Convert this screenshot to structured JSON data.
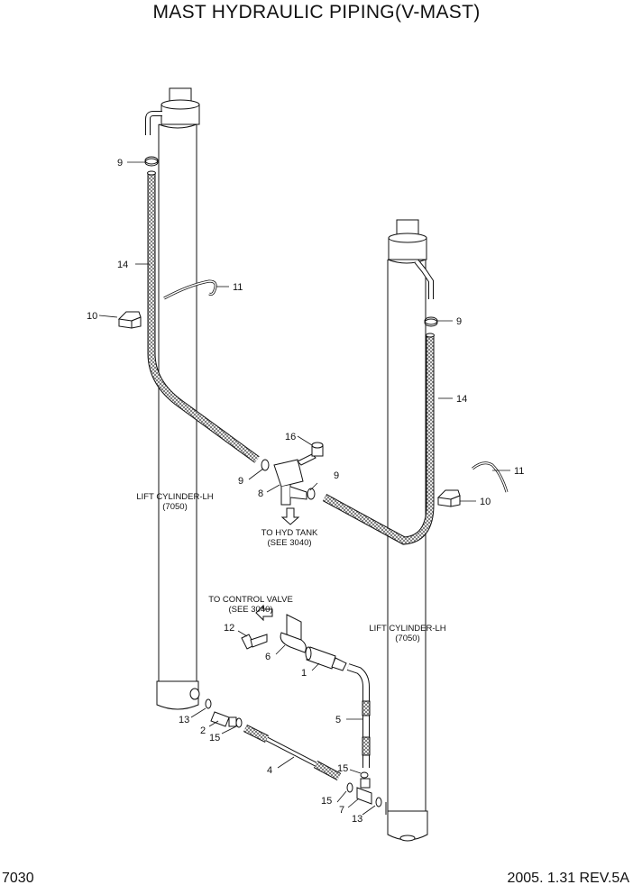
{
  "title": "MAST HYDRAULIC PIPING(V-MAST)",
  "footer": {
    "page_code": "7030",
    "date_rev": "2005. 1.31  REV.5A"
  },
  "notes": {
    "left_cylinder_name": "LIFT CYLINDER-LH",
    "left_cylinder_ref": "(7050)",
    "right_cylinder_name": "LIFT CYLINDER-LH",
    "right_cylinder_ref": "(7050)",
    "hyd_tank_line1": "TO HYD TANK",
    "hyd_tank_line2": "(SEE 3040)",
    "control_valve_line1": "TO CONTROL VALVE",
    "control_valve_line2": "(SEE 3040)"
  },
  "callouts": {
    "c9a": "9",
    "c14a": "14",
    "c11a": "11",
    "c10a": "10",
    "c16": "16",
    "c9b": "9",
    "c8": "8",
    "c9c": "9",
    "c9d": "9",
    "c14b": "14",
    "c11b": "11",
    "c10b": "10",
    "c12": "12",
    "c6": "6",
    "c1": "1",
    "c5": "5",
    "c13a": "13",
    "c2": "2",
    "c15a": "15",
    "c4": "4",
    "c15b": "15",
    "c15c": "15",
    "c7": "7",
    "c13b": "13"
  }
}
